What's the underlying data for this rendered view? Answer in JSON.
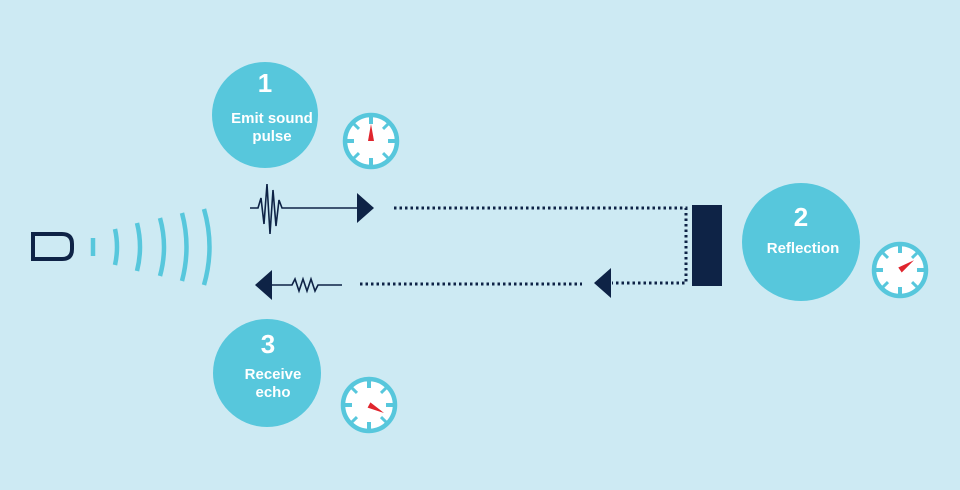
{
  "steps": [
    {
      "number": "1",
      "line1": "Emit sound",
      "line2": "pulse"
    },
    {
      "number": "2",
      "line1": "Reflection",
      "line2": ""
    },
    {
      "number": "3",
      "line1": "Receive",
      "line2": "echo"
    }
  ],
  "colors": {
    "background": "#cdeaf3",
    "circle": "#57c7dc",
    "dark": "#0e2346",
    "needle": "#e0252d",
    "wave": "#57c7dc"
  }
}
